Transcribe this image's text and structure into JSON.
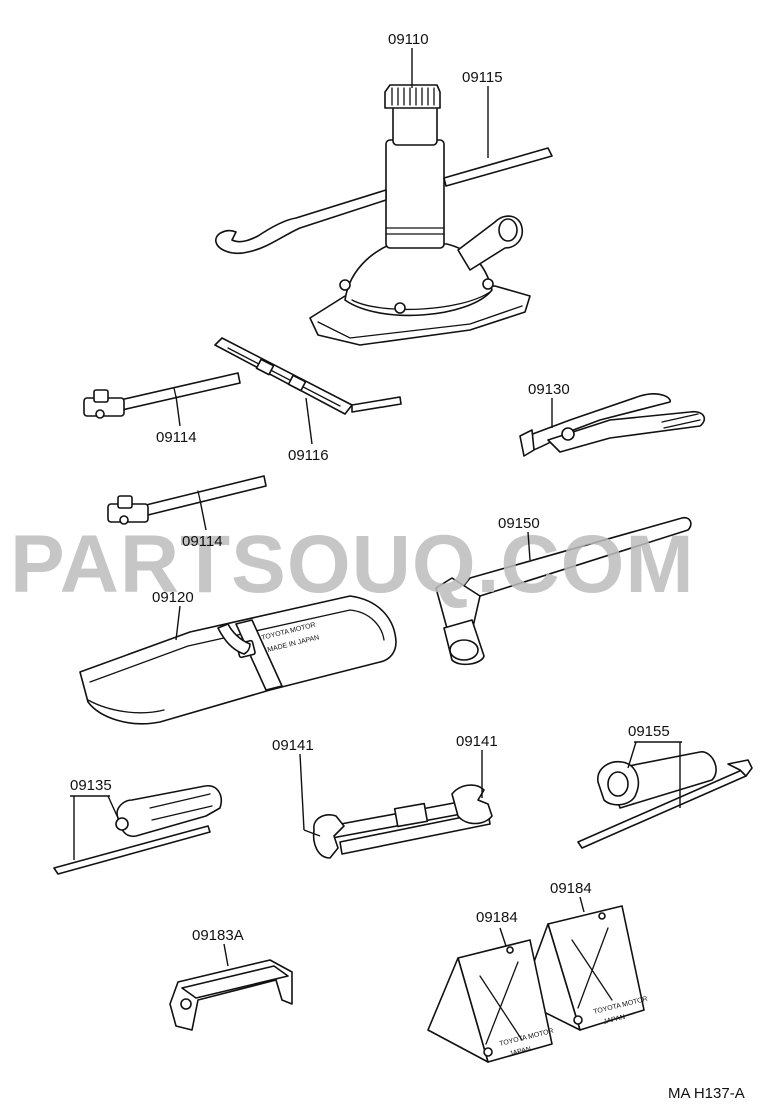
{
  "watermark": "PARTSOUQ.COM",
  "reference_code": "MA H137-A",
  "parts": {
    "jack": "09110",
    "jack_handle": "09115",
    "handle_bar_1": "09114",
    "handle_bar_2": "09114",
    "jack_handle_lever": "09116",
    "pliers": "09130",
    "tool_bag": "09120",
    "wheel_wrench": "09150",
    "screwdriver": "09135",
    "spanner_left": "09141",
    "spanner_right": "09141",
    "plug_wrench": "09155",
    "holder": "09183A",
    "wheel_chock_front": "09184",
    "wheel_chock_rear": "09184"
  },
  "imprints": {
    "bag_line1": "TOYOTA MOTOR",
    "bag_line2": "MADE IN JAPAN",
    "chock_line1": "TOYOTA MOTOR",
    "chock_line2": "JAPAN"
  }
}
